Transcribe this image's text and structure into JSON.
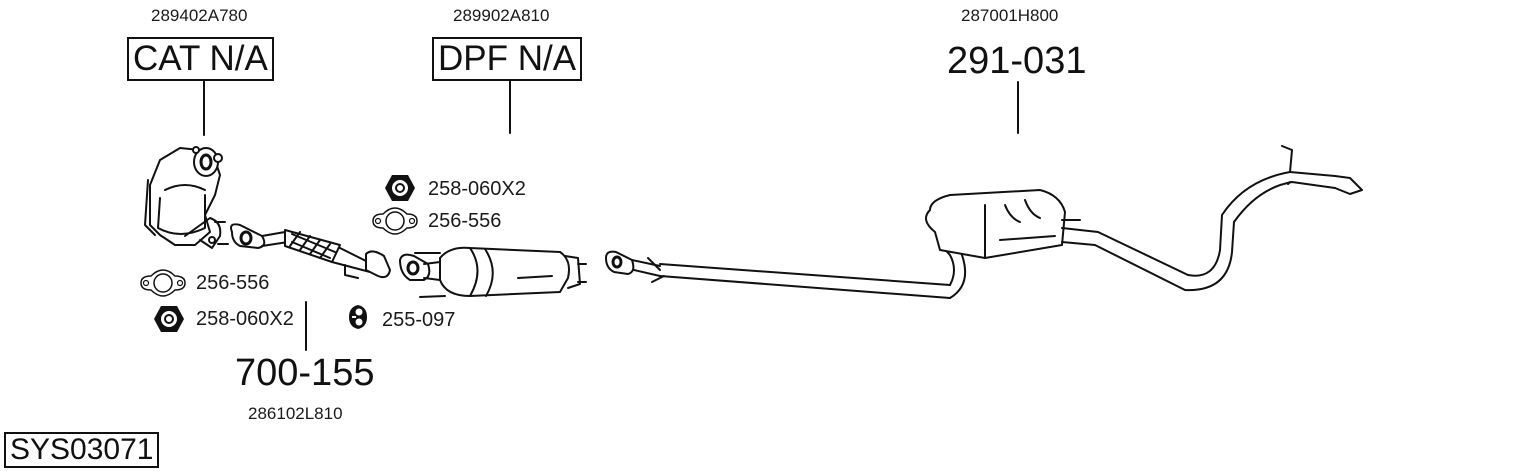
{
  "diagram_id": "SYS03071",
  "parts": [
    {
      "key": "cat",
      "oem": "289402A780",
      "label": "CAT N/A",
      "boxed": true
    },
    {
      "key": "dpf",
      "oem": "289902A810",
      "label": "DPF N/A",
      "boxed": true
    },
    {
      "key": "rear",
      "oem": "287001H800",
      "label": "291-031",
      "boxed": false
    },
    {
      "key": "front_pipe",
      "oem": "286102L810",
      "label": "700-155",
      "boxed": false
    }
  ],
  "accessories": [
    {
      "key": "gasket_left",
      "icon": "gasket-icon",
      "label": "256-556"
    },
    {
      "key": "nut_left",
      "icon": "nut-icon",
      "label": "258-060X2"
    },
    {
      "key": "nut_mid",
      "icon": "nut-icon",
      "label": "258-060X2"
    },
    {
      "key": "gasket_mid",
      "icon": "gasket-icon",
      "label": "256-556"
    },
    {
      "key": "hanger",
      "icon": "rubber-hanger-icon",
      "label": "255-097"
    }
  ],
  "colors": {
    "line": "#111111",
    "background": "#ffffff"
  }
}
